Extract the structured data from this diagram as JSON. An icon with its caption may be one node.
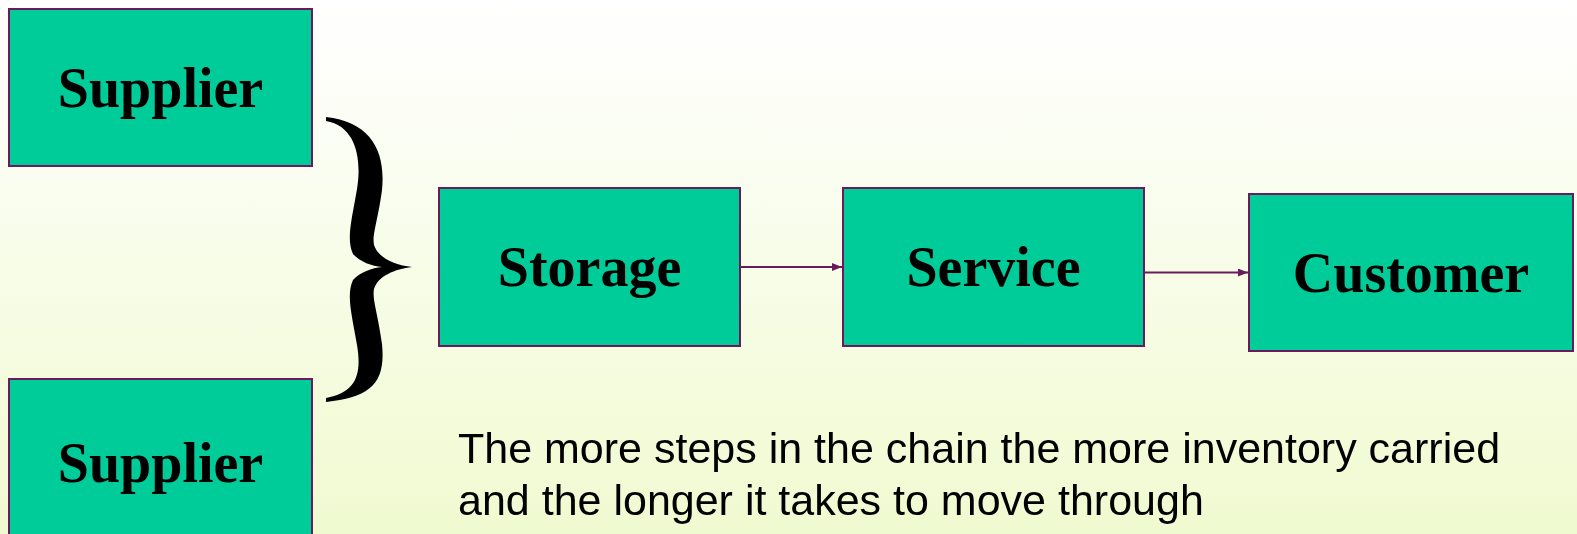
{
  "diagram": {
    "nodes": [
      {
        "text": [
          "Supplier"
        ]
      },
      {
        "text": [
          "Supplier"
        ]
      },
      {
        "text": [],
        "shape": "brace"
      },
      {
        "text": [
          "Storage"
        ]
      },
      {
        "text": [
          "Service"
        ]
      },
      {
        "text": [
          "Customer"
        ]
      }
    ],
    "edges": [
      {
        "from": 3,
        "to": 4,
        "arrow": "to"
      },
      {
        "from": 4,
        "to": 5,
        "arrow": "to"
      }
    ],
    "labels": [
      "The more steps in the chain the more inventory carried and the longer it takes to move through"
    ]
  }
}
